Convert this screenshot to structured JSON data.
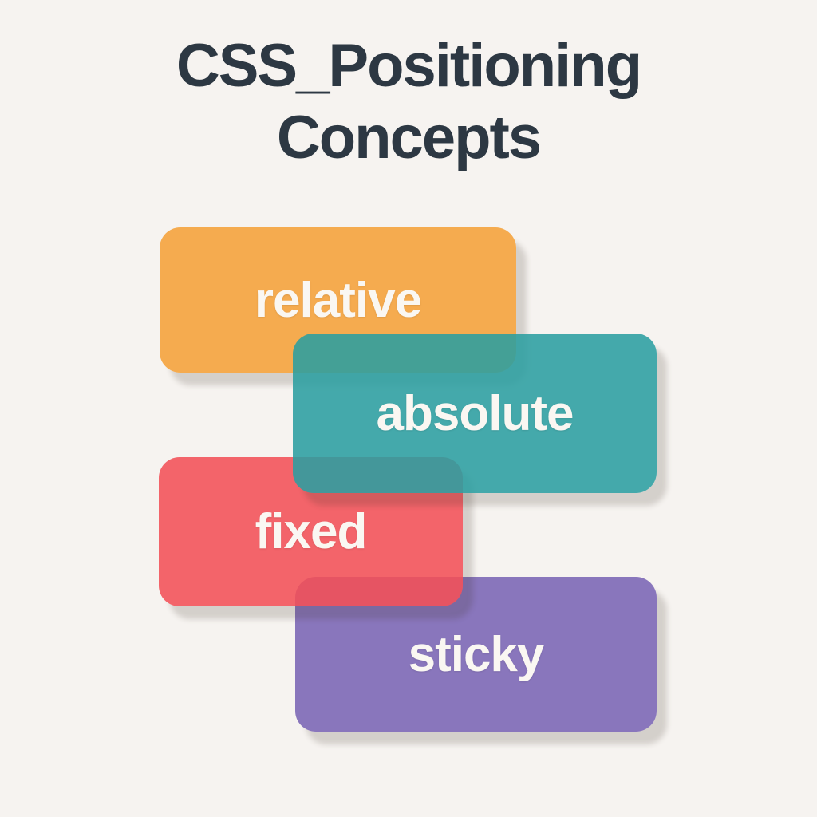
{
  "page": {
    "background_color": "#F6F3F0",
    "text_color_on_cards": "#FAF7F2"
  },
  "title": {
    "line1": "CSS_Positioning",
    "line2": "Concepts",
    "color": "#2D3843"
  },
  "cards": [
    {
      "label": "relative",
      "color": "#F5A038"
    },
    {
      "label": "absolute",
      "color": "#2B9EA1"
    },
    {
      "label": "fixed",
      "color": "#F35056"
    },
    {
      "label": "sticky",
      "color": "#7A64B4"
    }
  ]
}
